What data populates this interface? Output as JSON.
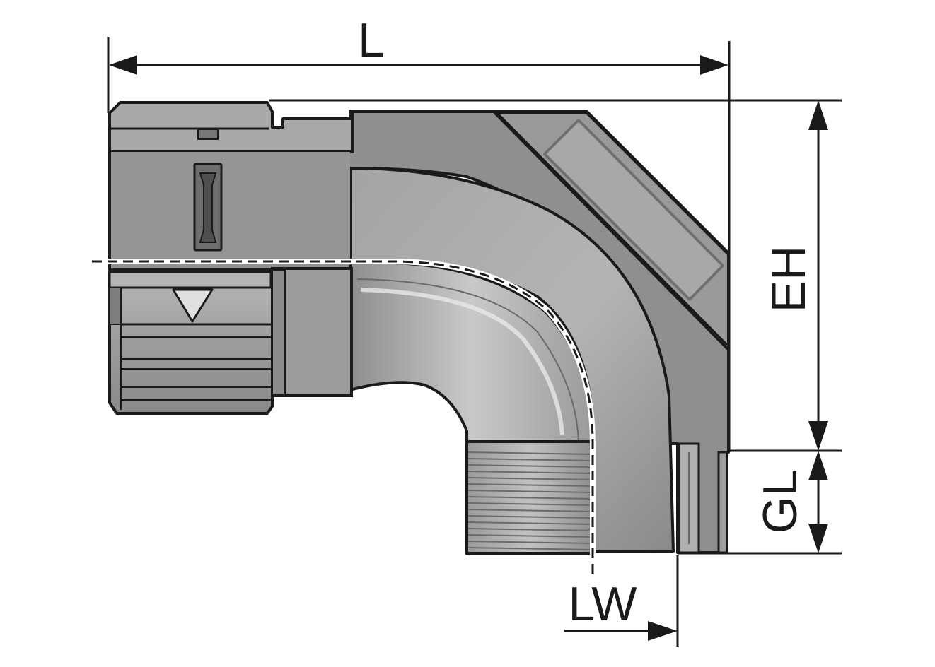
{
  "dimensions": {
    "length_label": "L",
    "elbow_height_label": "EH",
    "thread_length_label": "GL",
    "clear_width_label": "LW"
  },
  "colors": {
    "outline": "#1a1a1a",
    "body_fill": "#8f8f8f",
    "body_light": "#c4c4c4",
    "body_dark": "#6f6f6f",
    "centerline": "#ffffff"
  }
}
